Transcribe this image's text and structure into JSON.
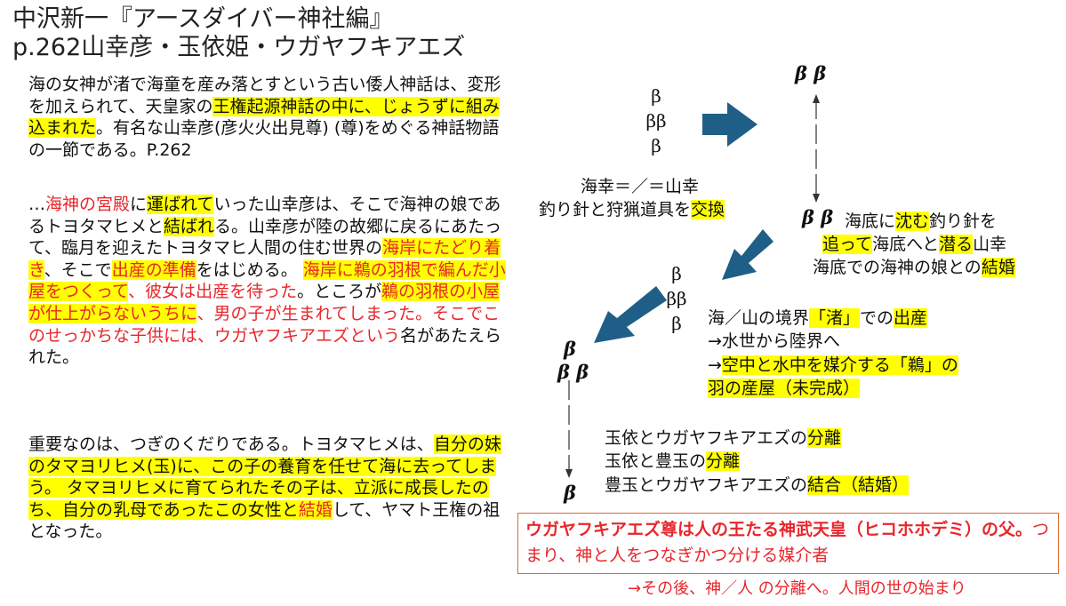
{
  "title": {
    "line1": "中沢新一『アースダイバー神社編』",
    "line2": "p.262山幸彦・玉依姫・ウガヤフキアエズ"
  },
  "left": {
    "p1": [
      {
        "t": "海の女神が渚で海童を産み落とすという古い倭人神話は、変形を加えられて、天皇家の"
      },
      {
        "t": "王権起源神話の中に、じょうずに組み込まれた",
        "hl": true
      },
      {
        "t": "。有名な山幸彦(彦火火出見尊) (尊)をめぐる神話物語の一節である。P.262"
      }
    ],
    "p2": [
      {
        "t": "…"
      },
      {
        "t": "海神の宮殿",
        "red": true
      },
      {
        "t": "に"
      },
      {
        "t": "運ばれて",
        "hl": true
      },
      {
        "t": "いった山幸彦は、そこで海神の娘であるトヨタマヒメと"
      },
      {
        "t": "結ばれ",
        "hl": true
      },
      {
        "t": "る。山幸彦が陸の故郷に戻るにあたって、臨月を迎えたトヨタマヒ人間の住む世界の"
      },
      {
        "t": "海岸にたどり着き",
        "hl": true,
        "red": true
      },
      {
        "t": "、そこで"
      },
      {
        "t": "出産の準備",
        "hl": true,
        "red": true
      },
      {
        "t": "をはじめる。 "
      },
      {
        "t": "海岸に鵜の羽根で編んだ小屋をつくって",
        "hl": true,
        "red": true
      },
      {
        "t": "、彼女は出産を待った",
        "red": true
      },
      {
        "t": "。ところが"
      },
      {
        "t": "鵜の羽根の小屋が仕上がらないうちに",
        "hl": true,
        "red": true
      },
      {
        "t": "、男の子が生まれてしまった。そこでこのせっかちな子供には、ウガヤフキアエズという",
        "red": true
      },
      {
        "t": "名があたえられた。"
      }
    ],
    "p3": [
      {
        "t": "重要なのは、つぎのくだりである。トヨタマヒメは、"
      },
      {
        "t": "自分の妹のタマヨリヒメ(玉)に、この子の養育を任せて海に去ってしまう。 タマヨリヒメに育てられたその子は、立派に成長したのち、自分の乳母であったこの女性と",
        "hl": true
      },
      {
        "t": "結婚",
        "hl": true,
        "red": true
      },
      {
        "t": "して、ヤマト王権の祖となった。"
      }
    ]
  },
  "diagram": {
    "beta": "β",
    "beta_double": "ββ",
    "beta_pair": "β β",
    "exchange_l1": "海幸＝／＝山幸",
    "exchange_l2_a": "釣り針と狩猟道具を",
    "exchange_l2_b": "交換",
    "sink_l1": [
      {
        "t": "海底に"
      },
      {
        "t": "沈む",
        "hl": true
      },
      {
        "t": "釣り針を"
      }
    ],
    "sink_l2": [
      {
        "t": "追って",
        "hl": true
      },
      {
        "t": "海底へと"
      },
      {
        "t": "潜る",
        "hl": true
      },
      {
        "t": "山幸"
      }
    ],
    "sink_l3": [
      {
        "t": "海底での海神の娘との"
      },
      {
        "t": "結婚",
        "hl": true
      }
    ],
    "border_l1": [
      {
        "t": "海／山の境界"
      },
      {
        "t": "「渚」",
        "hl": true
      },
      {
        "t": "での"
      },
      {
        "t": "出産",
        "hl": true
      }
    ],
    "border_l2": [
      {
        "t": "→水世から陸界へ"
      }
    ],
    "border_l3": [
      {
        "t": "→"
      },
      {
        "t": "空中と水中を媒介する「鵜」の",
        "hl": true
      }
    ],
    "border_l4": [
      {
        "t": "羽の産屋（未完成）",
        "hl": true
      }
    ],
    "sep_l1": [
      {
        "t": "玉依とウガヤフキアエズの"
      },
      {
        "t": "分離",
        "hl": true
      }
    ],
    "sep_l2": [
      {
        "t": "玉依と豊玉の"
      },
      {
        "t": "分離",
        "hl": true
      }
    ],
    "sep_l3": [
      {
        "t": "豊玉とウガヤフキアエズの"
      },
      {
        "t": "結合（結婚）",
        "hl": true
      }
    ]
  },
  "callout": {
    "strong": "ウガヤフキアエズ尊は人の王たる神武天皇（ヒコホホデミ）の父。",
    "normal": "つまり、神と人をつなぎかつ分ける媒介者"
  },
  "footer": "→その後、神／人 の分離へ。人間の世の始まり",
  "colors": {
    "highlight": "#ffff00",
    "red": "#e8262b",
    "arrow": "#1f5f87",
    "callout_border": "#e06a33"
  }
}
